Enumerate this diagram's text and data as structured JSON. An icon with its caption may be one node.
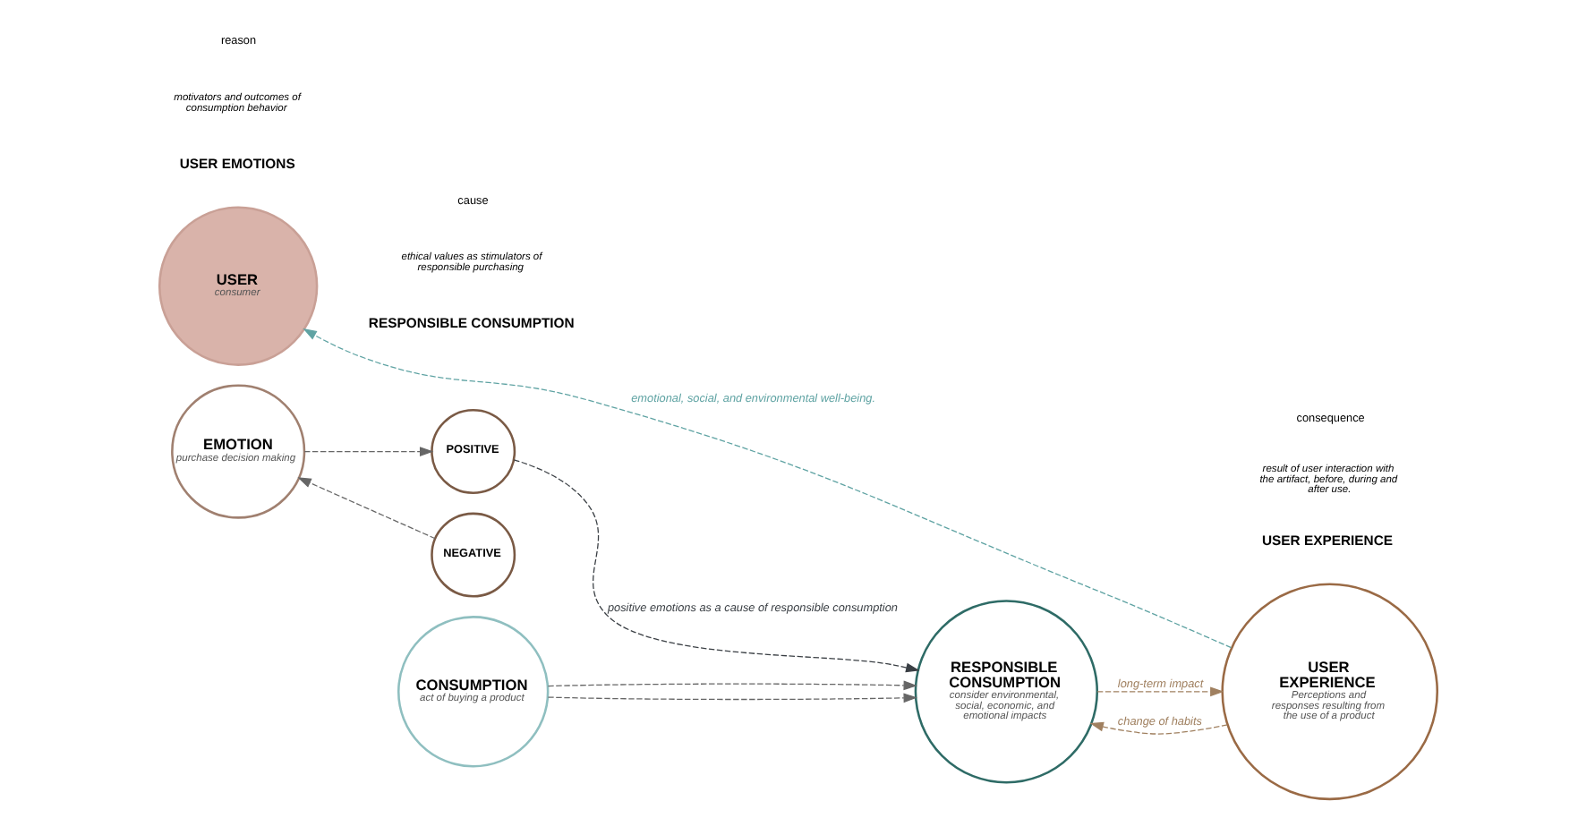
{
  "diagram": {
    "nodes": [
      {
        "text": [
          "USER",
          "consumer"
        ]
      },
      {
        "text": [
          "EMOTION",
          "purchase decision making"
        ]
      },
      {
        "text": [
          "POSITIVE"
        ]
      },
      {
        "text": [
          "NEGATIVE"
        ]
      },
      {
        "text": [
          "CONSUMPTION",
          "act of buying a product"
        ]
      },
      {
        "text": [
          "RESPONSIBLE CONSUMPTION",
          "consider environmental, social, economic, and emotional impacts"
        ]
      },
      {
        "text": [
          "USER EXPERIENCE",
          "Perceptions and responses resulting from the use of a product"
        ]
      }
    ],
    "edges": [
      {
        "from": 1,
        "to": 2,
        "arrow": "to",
        "style": "dashed"
      },
      {
        "from": 3,
        "to": 1,
        "arrow": "to",
        "style": "dashed"
      },
      {
        "from": 2,
        "to": 5,
        "arrow": "to",
        "style": "dashed",
        "label": "positive emotions as a cause of responsible consumption",
        "color": "#3a3f44"
      },
      {
        "from": 4,
        "to": 5,
        "arrow": "to",
        "style": "dashed"
      },
      {
        "from": 4,
        "to": 5,
        "arrow": "to",
        "style": "dashed"
      },
      {
        "from": 6,
        "to": 5,
        "arrow": "to",
        "style": "dashed",
        "label": "change of habits",
        "color": "#a08060"
      },
      {
        "from": 5,
        "to": 6,
        "arrow": "to",
        "style": "dashed",
        "label": "long-term impact",
        "color": "#a08060"
      },
      {
        "from": 6,
        "to": 0,
        "arrow": "to",
        "style": "dashed",
        "label": "emotional, social, and environmental well-being.",
        "color": "#5fa3a3"
      }
    ],
    "labels": [
      "USER EMOTIONS",
      "motivators and outcomes of consumption behavior",
      "RESPONSIBLE CONSUMPTION",
      "ethical values as stimulators of responsible purchasing",
      "USER EXPERIENCE",
      "result of user interaction with the artifact, before, during and after use.",
      "reason",
      "cause",
      "consequence"
    ]
  }
}
